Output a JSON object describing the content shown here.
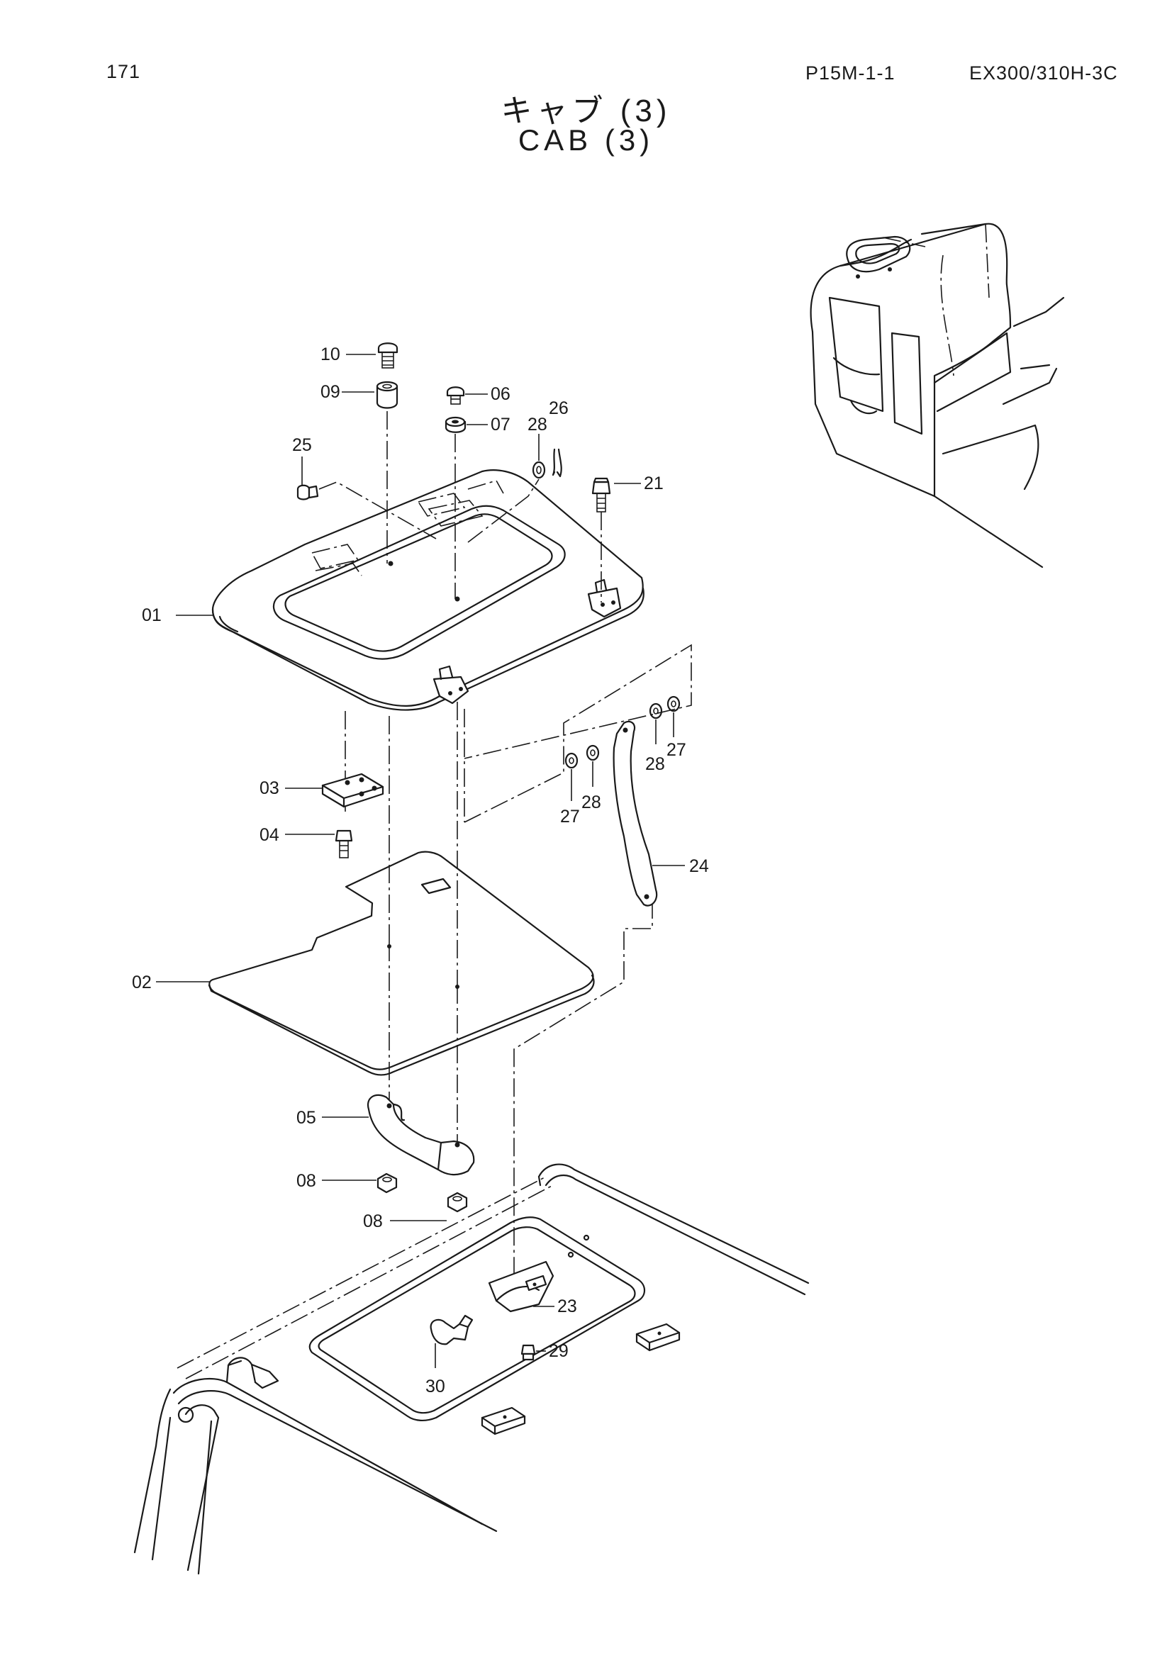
{
  "header": {
    "page_number": "171",
    "page_code": "P15M-1-1",
    "model": "EX300/310H-3C"
  },
  "title": {
    "japanese": "キャブ (3)",
    "english": "CAB (3)"
  },
  "callouts": [
    {
      "id": "c10",
      "text": "10"
    },
    {
      "id": "c09",
      "text": "09"
    },
    {
      "id": "c06",
      "text": "06"
    },
    {
      "id": "c07",
      "text": "07"
    },
    {
      "id": "c26",
      "text": "26"
    },
    {
      "id": "c28a",
      "text": "28"
    },
    {
      "id": "c25",
      "text": "25"
    },
    {
      "id": "c21",
      "text": "21"
    },
    {
      "id": "c01",
      "text": "01"
    },
    {
      "id": "c28b",
      "text": "28"
    },
    {
      "id": "c27a",
      "text": "27"
    },
    {
      "id": "c03",
      "text": "03"
    },
    {
      "id": "c27b",
      "text": "27"
    },
    {
      "id": "c28c",
      "text": "28"
    },
    {
      "id": "c04",
      "text": "04"
    },
    {
      "id": "c24",
      "text": "24"
    },
    {
      "id": "c02",
      "text": "02"
    },
    {
      "id": "c05",
      "text": "05"
    },
    {
      "id": "c08a",
      "text": "08"
    },
    {
      "id": "c08b",
      "text": "08"
    },
    {
      "id": "c23",
      "text": "23"
    },
    {
      "id": "c29",
      "text": "29"
    },
    {
      "id": "c30",
      "text": "30"
    }
  ]
}
